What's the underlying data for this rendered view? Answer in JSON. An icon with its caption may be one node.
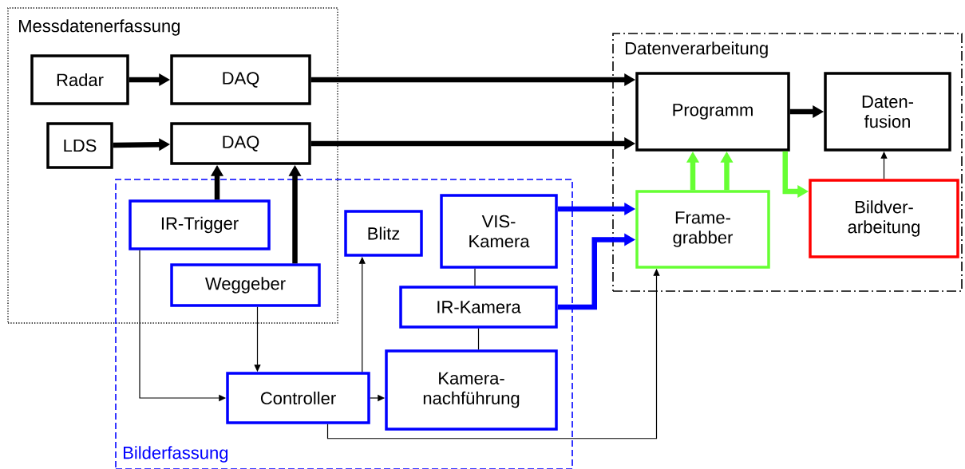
{
  "diagram": {
    "nodes": [
      {
        "text": [
          "Messdatenerfassung"
        ]
      },
      {
        "text": [
          "Radar"
        ],
        "in": 0
      },
      {
        "text": [
          "DAQ"
        ],
        "in": 0
      },
      {
        "text": [
          "LDS"
        ],
        "in": 0
      },
      {
        "text": [
          "DAQ"
        ],
        "in": 0
      },
      {
        "text": [
          "Datenverarbeitung"
        ]
      },
      {
        "text": [
          "Programm"
        ],
        "in": 5
      },
      {
        "text": [
          "Daten- fusion"
        ],
        "in": 5
      },
      {
        "text": [
          "Frame- grabber"
        ],
        "in": 5
      },
      {
        "text": [
          "Bildver- arbeitung"
        ],
        "in": 5
      },
      {
        "text": [
          "Bilderfassung"
        ]
      },
      {
        "text": [
          "IR-Trigger"
        ]
      },
      {
        "text": [
          "Weggeber"
        ]
      },
      {
        "text": [
          "Blitz"
        ],
        "in": 10
      },
      {
        "text": [
          "VIS- Kamera"
        ],
        "in": 10
      },
      {
        "text": [
          "IR-Kamera"
        ],
        "in": 10
      },
      {
        "text": [
          "Controller"
        ],
        "in": 10
      },
      {
        "text": [
          "Kamera- nachführung"
        ],
        "in": 10
      }
    ],
    "edges": [
      {
        "from": 1,
        "to": 2,
        "arrow": "to"
      },
      {
        "from": 3,
        "to": 4,
        "arrow": "to"
      },
      {
        "from": 2,
        "to": 6,
        "arrow": "to"
      },
      {
        "from": 4,
        "to": 6,
        "arrow": "to"
      },
      {
        "from": 6,
        "to": 7,
        "arrow": "to"
      },
      {
        "from": 8,
        "to": 6,
        "arrow": "to",
        "color": "#66ff33"
      },
      {
        "from": 8,
        "to": 6,
        "arrow": "to",
        "color": "#66ff33"
      },
      {
        "from": 6,
        "to": 9,
        "arrow": "to",
        "color": "#66ff33"
      },
      {
        "from": 9,
        "to": 7,
        "arrow": "to"
      },
      {
        "from": 14,
        "to": 8,
        "arrow": "to",
        "color": "#0000ff"
      },
      {
        "from": 15,
        "to": 8,
        "arrow": "to",
        "color": "#0000ff"
      },
      {
        "from": 11,
        "to": 4,
        "arrow": "to"
      },
      {
        "from": 12,
        "to": 4,
        "arrow": "to"
      },
      {
        "from": 11,
        "to": 16,
        "arrow": "to"
      },
      {
        "from": 12,
        "to": 16,
        "arrow": "to"
      },
      {
        "from": 16,
        "to": 13,
        "arrow": "to"
      },
      {
        "from": 16,
        "to": 17,
        "arrow": "to"
      },
      {
        "from": 16,
        "to": 8,
        "arrow": "to"
      },
      {
        "from": 14,
        "to": 15,
        "arrow": "none"
      },
      {
        "from": 15,
        "to": 17,
        "arrow": "none"
      }
    ]
  }
}
